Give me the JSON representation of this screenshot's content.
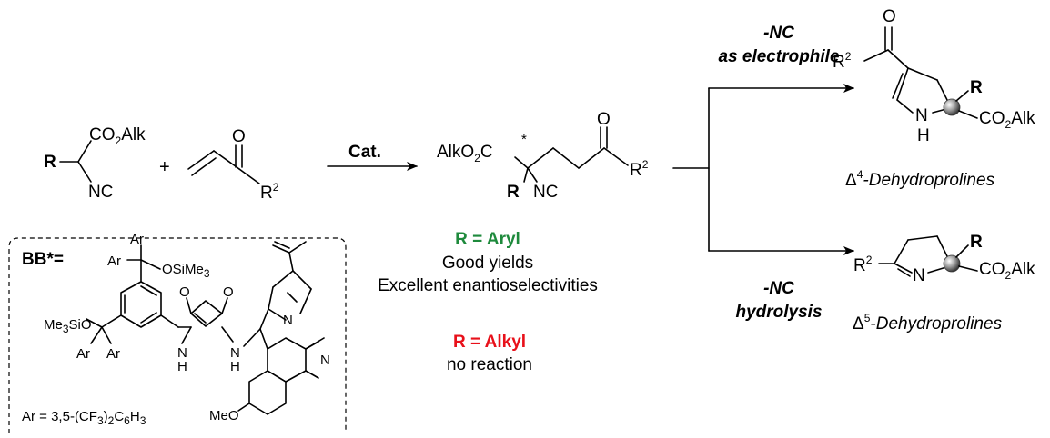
{
  "reactant_isocyanide": {
    "r_label": "R",
    "ester_main": "CO",
    "ester_sub": "2",
    "ester_tail": "Alk",
    "nc_label": "NC"
  },
  "plus_sign": "+",
  "enone": {
    "o_label": "O",
    "r2_main": "R",
    "r2_sup": "2"
  },
  "catalyst_box": {
    "title": "BB*=",
    "ar": "Ar",
    "osime3_main": "OSiMe",
    "osime3_sub": "3",
    "me3sio_main": "Me",
    "me3sio_sub": "3",
    "me3sio_tail": "SiO",
    "o_label": "O",
    "n_label": "N",
    "h_label": "H",
    "meo_label": "MeO",
    "ar_def_a": "Ar = 3,5-(CF",
    "ar_def_b": "3",
    "ar_def_c": ")",
    "ar_def_d": "2",
    "ar_def_e": "C",
    "ar_def_f": "6",
    "ar_def_g": "H",
    "ar_def_h": "3"
  },
  "arrow_main": {
    "label": "Cat."
  },
  "product": {
    "alk_main": "AlkO",
    "alk_sub": "2",
    "alk_tail": "C",
    "star": "*",
    "r_label": "R",
    "nc_label": "NC",
    "o_label": "O",
    "r2_main": "R",
    "r2_sup": "2"
  },
  "scope": {
    "aryl_label": "R = Aryl",
    "aryl_line1": "Good yields",
    "aryl_line2": "Excellent enantioselectivities",
    "alkyl_label": "R = Alkyl",
    "alkyl_line1": "no reaction"
  },
  "branch_top": {
    "line1": "-NC",
    "line2": "as electrophile"
  },
  "branch_bottom": {
    "line1": "-NC",
    "line2": "hydrolysis"
  },
  "delta4": {
    "o_label": "O",
    "r2_main": "R",
    "r2_sup": "2",
    "r_label": "R",
    "co2alk_main": "CO",
    "co2alk_sub": "2",
    "co2alk_tail": "Alk",
    "nh_n": "N",
    "nh_h": "H",
    "name_delta": "Δ",
    "name_sup": "4",
    "name_text": "-Dehydroprolines"
  },
  "delta5": {
    "r2_main": "R",
    "r2_sup": "2",
    "n_label": "N",
    "r_label": "R",
    "co2alk_main": "CO",
    "co2alk_sub": "2",
    "co2alk_tail": "Alk",
    "name_delta": "Δ",
    "name_sup": "5",
    "name_text": "-Dehydroprolines"
  },
  "colors": {
    "aryl": "#1e8a3c",
    "alkyl": "#e8101a"
  }
}
